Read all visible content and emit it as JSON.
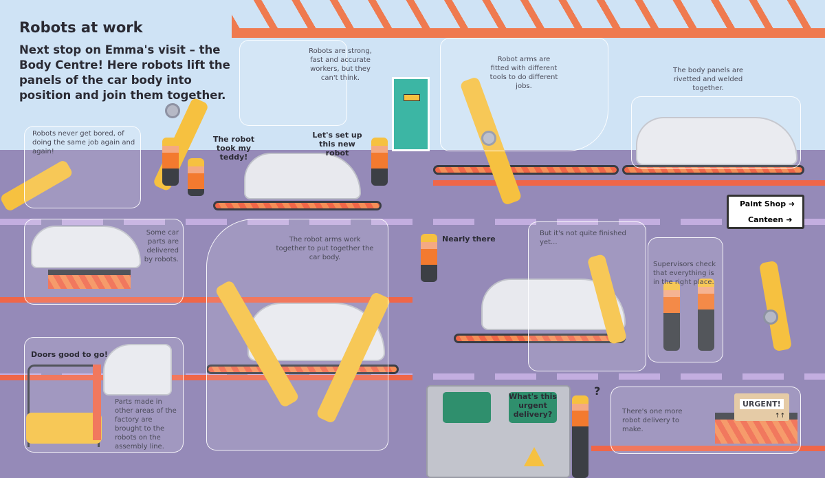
{
  "title": "Robots at work",
  "intro": "Next stop on Emma's visit – the Body Centre! Here robots lift the panels of the car body into position and join them together.",
  "flaps": {
    "strong": "Robots are strong, fast and accurate workers, but they can't think.",
    "tools": "Robot arms are fitted with different tools to do different jobs.",
    "rivetted": "The body panels are rivetted and welded together.",
    "bored": "Robots never get bored, of doing the same job again and again!",
    "delivered": "Some car parts are delivered by robots.",
    "together": "The robot arms work together to put together the car body.",
    "parts": "Parts made in other areas of the factory are brought to the robots on the assembly line.",
    "finished": "But it's not quite finished yet...",
    "supervisors": "Supervisors check that everything is in the right place.",
    "delivery": "There's one more robot delivery to make."
  },
  "speech": {
    "teddy": "The robot took my teddy!",
    "setup": "Let's set up this new robot",
    "doors": "Doors good to go!",
    "nearly": "Nearly there",
    "urgent_q": "What's this urgent delivery?",
    "question": "?"
  },
  "sign": {
    "paint": "Paint Shop",
    "canteen": "Canteen",
    "arrow": "➜"
  },
  "box_label": "URGENT!",
  "box_arrows": "↑↑",
  "colors": {
    "sky": "#cfe3f5",
    "floor": "#958ab8",
    "accent": "#ef6648",
    "robot": "#f6c140"
  }
}
